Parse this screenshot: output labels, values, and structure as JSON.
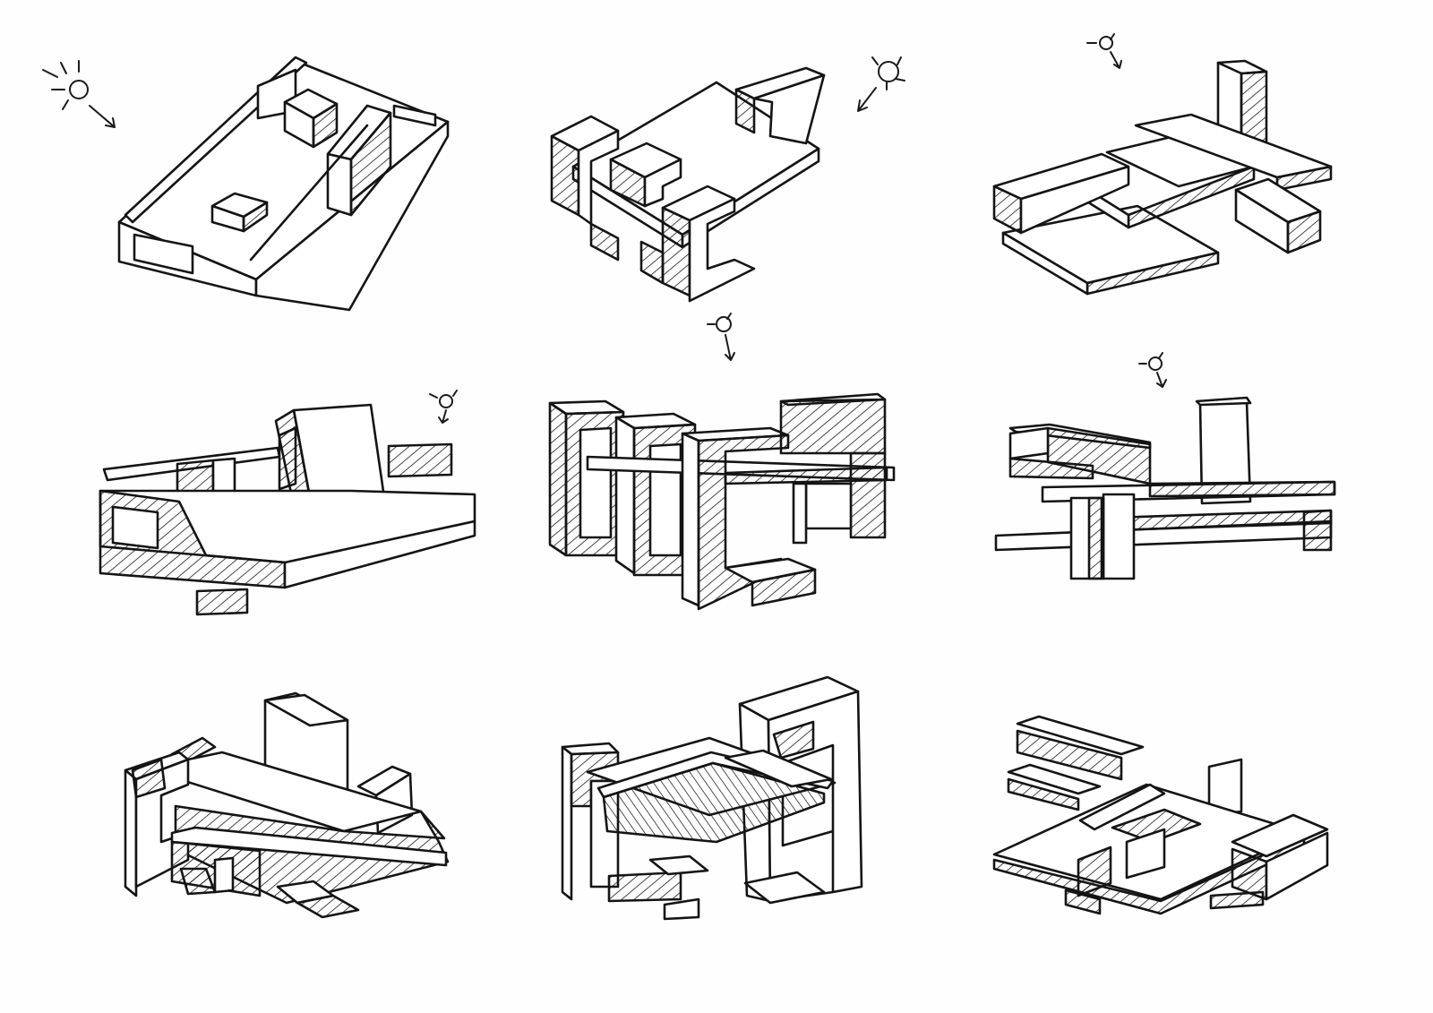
{
  "sheet": {
    "sketches": [
      {
        "id": "sketch-1",
        "view": "aerial",
        "has_sun": true
      },
      {
        "id": "sketch-2",
        "view": "aerial",
        "has_sun": true
      },
      {
        "id": "sketch-3",
        "view": "aerial",
        "has_sun": true
      },
      {
        "id": "sketch-4",
        "view": "eye-level",
        "has_sun": true
      },
      {
        "id": "sketch-5",
        "view": "eye-level",
        "has_sun": true
      },
      {
        "id": "sketch-6",
        "view": "eye-level",
        "has_sun": true
      },
      {
        "id": "sketch-7",
        "view": "worm-eye",
        "has_sun": false
      },
      {
        "id": "sketch-8",
        "view": "worm-eye",
        "has_sun": false
      },
      {
        "id": "sketch-9",
        "view": "worm-eye",
        "has_sun": false
      }
    ],
    "colors": {
      "ink": "#141414",
      "paper": "#fefefe"
    }
  }
}
